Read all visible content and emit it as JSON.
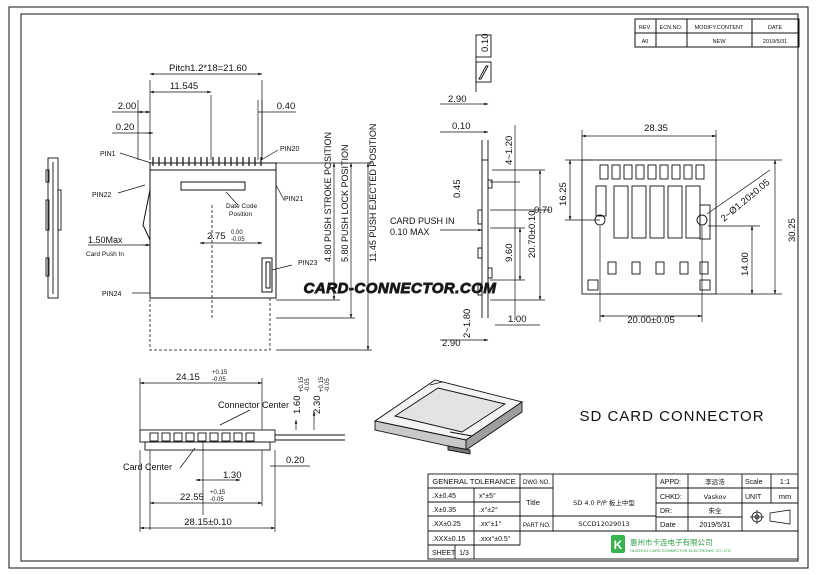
{
  "revision_block": {
    "headers": [
      "REV.",
      "ECN.NO.",
      "MODIFY.CONTENT",
      "DATE"
    ],
    "row": [
      "A0",
      "",
      "NEW",
      "2019/5/31"
    ]
  },
  "top_view": {
    "pitch": "Pitch1.2*18=21.60",
    "d1": "11.545",
    "d2": "2.00",
    "d3": "0.20",
    "d4": "0.40",
    "pin1": "PIN1",
    "pin20": "PIN20",
    "pin21": "PIN21",
    "pin22": "PIN22",
    "pin23": "PIN23",
    "pin24": "PIN24",
    "date_code": "Date Code",
    "date_code_2": "Position",
    "card_push_max": "1.50Max",
    "card_push_in": "Card Push In",
    "dim_275": "2.75",
    "dim_275_tol_up": "0.00",
    "dim_275_tol_dn": "-0.05",
    "push_stroke": "4.80 PUSH STROKE POSITION",
    "push_lock": "5.80 PUSH LOCK POSITION",
    "push_ejected": "11.45 PUSH EJECTED POSITION"
  },
  "side_view": {
    "flatness": "0.10",
    "d_290_top": "2.90",
    "d_010": "0.10",
    "d_4_120": "4~1.20",
    "d_045": "0.45",
    "d_070": "0.70",
    "card_push": "CARD PUSH IN",
    "card_push_max": "0.10 MAX",
    "d_2070": "20.70±0.10",
    "d_960": "9.60",
    "d_2_180": "2~1.80",
    "d_100": "1.00",
    "d_290_bot": "2.90"
  },
  "footprint": {
    "d_2835": "28.35",
    "d_1625": "16.25",
    "d_hole": "2~Ø1.20±0.05",
    "d_3025": "30.25",
    "d_1400": "14.00",
    "d_2000": "20.00±0.05"
  },
  "front_view": {
    "d_2415": "24.15",
    "d_2415_up": "+0.15",
    "d_2415_dn": "-0.05",
    "d_160": "1.60",
    "d_160_up": "+0.15",
    "d_160_dn": "-0.05",
    "d_230": "2.30",
    "d_230_up": "+0.15",
    "d_230_dn": "-0.05",
    "connector_center": "Connector Center",
    "card_center": "Card Center",
    "d_130": "1.30",
    "d_020": "0.20",
    "d_2255": "22.55",
    "d_2255_up": "+0.15",
    "d_2255_dn": "-0.05",
    "d_2815": "28.15±0.10"
  },
  "watermark": "CARD-CONNECTOR.COM",
  "product_title": "SD CARD CONNECTOR",
  "title_block": {
    "general_tolerance": "GENERAL TOLERANCE",
    "tol_rows": [
      {
        "lin": ".X±0.45",
        "ang": "x°±5°"
      },
      {
        "lin": ".X±0.35",
        "ang": ".x°±2°"
      },
      {
        "lin": ".XX±0.25",
        "ang": ".xx°±1°"
      },
      {
        "lin": ".XXX±0.15",
        "ang": ".xxx°±0.5°"
      }
    ],
    "sheet_label": "SHEET",
    "sheet_value": "1/3",
    "dwg_no": "DWG NO.",
    "title_label": "Title",
    "part_no": "PART NO.",
    "title_value": "SD 4.0  P/P 板上中型",
    "part_value": "SCCD12029013",
    "appd": "APPD:",
    "appd_value": "李远浩",
    "chkd": "CHKD:",
    "chkd_value": "Vaskov",
    "dr": "DR:",
    "dr_value": "朱全",
    "date_label": "Date",
    "date_value": "2019/5/31",
    "scale_label": "Scale",
    "scale_value": "1:1",
    "unit_label": "UNIT",
    "unit_value": "mm",
    "company_cn": "惠州市卡连电子有限公司",
    "company_en": "HUIZHOU CARD CONNECTOR ELECTRONIC CO.,LTD",
    "logo_mark": "K"
  },
  "colors": {
    "line": "#111111",
    "watermark": "#222222",
    "logo_green": "#37b24d",
    "company_green": "#2f9e44"
  }
}
